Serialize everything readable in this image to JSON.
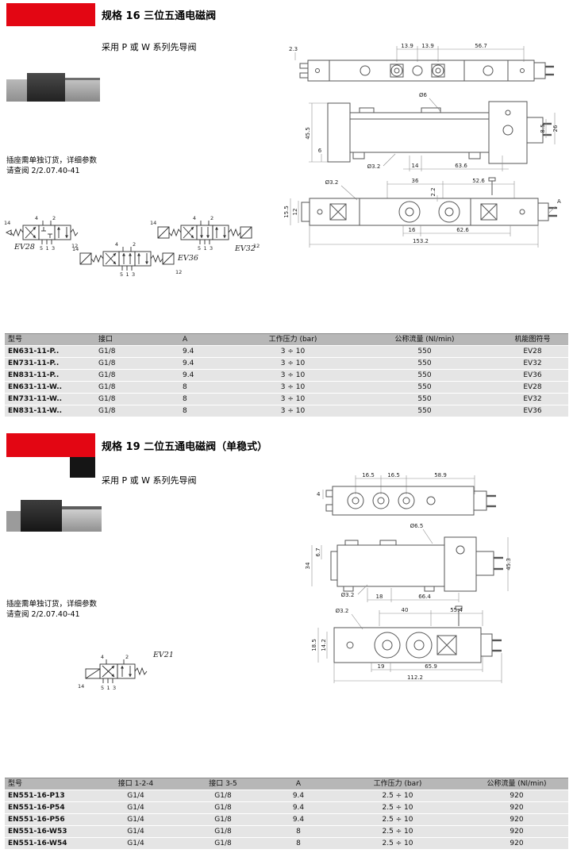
{
  "colors": {
    "accent": "#e30613",
    "table_header": "#b7b7b7",
    "table_row": "#e5e5e5"
  },
  "s1": {
    "title": "规格 16 三位五通电磁阀",
    "subtitle": "采用 P 或 W 系列先导阀",
    "note1": "插座需单独订货，详细参数",
    "note2": "请查阅 2/2.07.40-41",
    "sym": {
      "ev28": "EV28",
      "ev32": "EV32",
      "ev36": "EV36",
      "p14": "14",
      "p12": "12",
      "p4": "4",
      "p2": "2",
      "p5": "5",
      "p1": "1",
      "p3": "3"
    },
    "dt": {
      "d1": "2.3",
      "d2": "13.9",
      "d3": "13.9",
      "d4": "56.7"
    },
    "df": {
      "d1": "Ø6",
      "d2": "45.5",
      "d3": "6",
      "d4": "8.5",
      "d5": "26",
      "d6": "Ø3.2",
      "d7": "14",
      "d8": "63.6"
    },
    "db": {
      "d1": "Ø3.2",
      "d2": "36",
      "d3": "52.6",
      "d4": "15.5",
      "d5": "12",
      "d6": "2.2",
      "d7": "16",
      "d8": "62.6",
      "d9": "153.2",
      "d10": "A"
    },
    "table": {
      "h": [
        "型号",
        "接口",
        "A",
        "工作压力 (bar)",
        "公称流量 (Nl/min)",
        "机能图符号"
      ],
      "rows": [
        [
          "EN631-11-P..",
          "G1/8",
          "9.4",
          "3 ÷ 10",
          "550",
          "EV28"
        ],
        [
          "EN731-11-P..",
          "G1/8",
          "9.4",
          "3 ÷ 10",
          "550",
          "EV32"
        ],
        [
          "EN831-11-P..",
          "G1/8",
          "9.4",
          "3 ÷ 10",
          "550",
          "EV36"
        ],
        [
          "EN631-11-W..",
          "G1/8",
          "8",
          "3 ÷ 10",
          "550",
          "EV28"
        ],
        [
          "EN731-11-W..",
          "G1/8",
          "8",
          "3 ÷ 10",
          "550",
          "EV32"
        ],
        [
          "EN831-11-W..",
          "G1/8",
          "8",
          "3 ÷ 10",
          "550",
          "EV36"
        ]
      ]
    }
  },
  "s2": {
    "title": "规格 19 二位五通电磁阀（单稳式）",
    "subtitle": "采用 P 或 W 系列先导阀",
    "note1": "插座需单独订货，详细参数",
    "note2": "请查阅 2/2.07.40-41",
    "sym": {
      "ev21": "EV21",
      "p14": "14",
      "p4": "4",
      "p2": "2",
      "p5": "5",
      "p1": "1",
      "p3": "3"
    },
    "dt": {
      "d1": "4",
      "d2": "16.5",
      "d3": "16.5",
      "d4": "58.9"
    },
    "df": {
      "d1": "Ø6.5",
      "d2": "34",
      "d3": "6.7",
      "d4": "45.3",
      "d5": "Ø3.2",
      "d6": "18",
      "d7": "66.4"
    },
    "db": {
      "d1": "Ø3.2",
      "d2": "40",
      "d3": "55.4",
      "d4": "18.5",
      "d5": "14.2",
      "d6": "19",
      "d7": "65.9",
      "d8": "112.2"
    },
    "table": {
      "h": [
        "型号",
        "接口 1-2-4",
        "接口 3-5",
        "A",
        "工作压力 (bar)",
        "公称流量 (Nl/min)"
      ],
      "rows": [
        [
          "EN551-16-P13",
          "G1/4",
          "G1/8",
          "9.4",
          "2.5 ÷ 10",
          "920"
        ],
        [
          "EN551-16-P54",
          "G1/4",
          "G1/8",
          "9.4",
          "2.5 ÷ 10",
          "920"
        ],
        [
          "EN551-16-P56",
          "G1/4",
          "G1/8",
          "9.4",
          "2.5 ÷ 10",
          "920"
        ],
        [
          "EN551-16-W53",
          "G1/4",
          "G1/8",
          "8",
          "2.5 ÷ 10",
          "920"
        ],
        [
          "EN551-16-W54",
          "G1/4",
          "G1/8",
          "8",
          "2.5 ÷ 10",
          "920"
        ]
      ]
    }
  }
}
